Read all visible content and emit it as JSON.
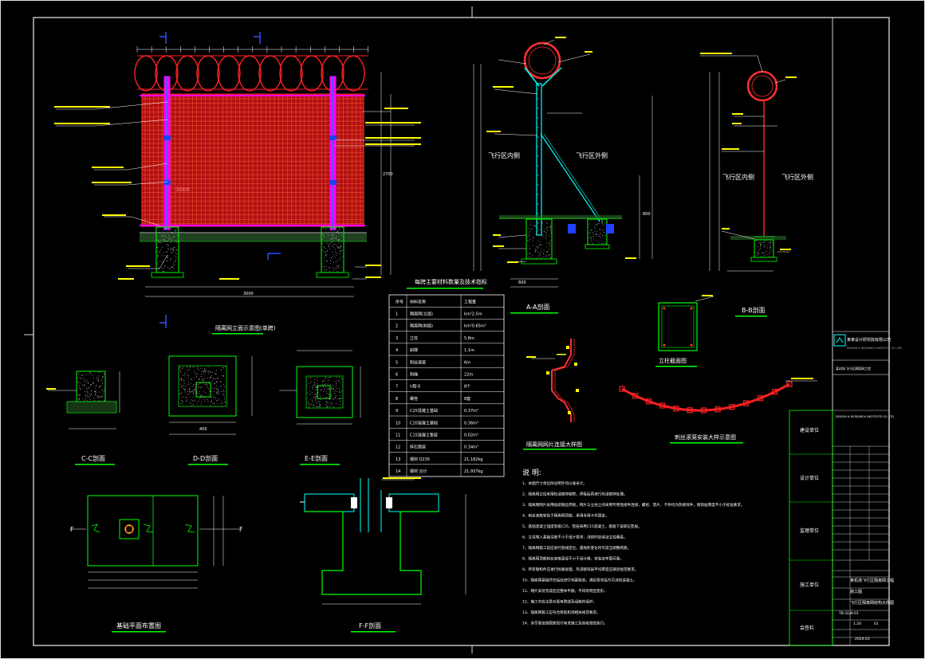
{
  "drawing": {
    "section_labels": {
      "aa": "A-A剖面",
      "bb": "B-B剖面",
      "cc": "C-C剖面",
      "dd": "D-D剖面",
      "ee": "E-E剖面",
      "ff": "F-F剖面",
      "elevation": "隔离网立面示意图(单跨)",
      "post_section": "立柱截面图",
      "wall_mesh": "隔离网网片连接大样图",
      "razor": "刺丝滚笼安装大样示意图",
      "foundation_plan": "基础平面布置图",
      "inner_wall": "飞行区内侧",
      "outer_wall": "飞行区外侧"
    },
    "table": {
      "title": "每跨主要材料数量及技术指标",
      "headers": [
        "序号",
        "材料名称",
        "工程量"
      ],
      "rows": [
        [
          "1",
          "隔离网(立面)",
          "km²2.5m"
        ],
        [
          "2",
          "隔离网(斜面)",
          "km²0.65m²"
        ],
        [
          "3",
          "立柱",
          "5.8m"
        ],
        [
          "4",
          "斜撑",
          "1.1m"
        ],
        [
          "5",
          "刺丝滚笼",
          "6m"
        ],
        [
          "6",
          "刺绳",
          "22m"
        ],
        [
          "7",
          "U型卡",
          "8个"
        ],
        [
          "8",
          "螺栓",
          "8套"
        ],
        [
          "9",
          "C25混凝土基础",
          "0.37m³"
        ],
        [
          "10",
          "C20混凝土基础",
          "0.36m³"
        ],
        [
          "11",
          "C15混凝土垫层",
          "0.02m³"
        ],
        [
          "12",
          "碎石垫层",
          "0.34m³"
        ],
        [
          "13",
          "钢材 Q235",
          "21.182kg"
        ],
        [
          "14",
          "钢材 合计",
          "21.937kg"
        ]
      ]
    },
    "notes_title": "说 明:",
    "notes": [
      "1、本图尺寸单位除注明外均以毫米计。",
      "2、隔离网立柱采用热浸镀锌钢管，焊接后再进行热浸镀锌处理。",
      "3、隔离网网片采用低碳钢丝焊接，网片与立柱之间采用专用连接件连接，螺栓、垫片、卡件均为热镀锌件，镀锌层厚度不小于标准要求。",
      "4、刺丝滚笼安装于隔离网顶部，采用专用卡件固定。",
      "5、基础混凝土强度等级C25，垫层采用C15混凝土，基础下设碎石垫层。",
      "6、立柱埋入基础深度不小于设计要求，浇筑时应保证立柱垂直。",
      "7、隔离网施工前应进行放线定位，遇地形变化时可适当调整跨距。",
      "8、隔离网顶部刺丝滚笼直径不小于设计值，安装应牢固可靠。",
      "9、所有钢构件应进行防腐处理，热浸镀锌层平均厚度应满足规范要求。",
      "10、隔离网基础开挖后应进行地基检验，满足要求后方可浇筑混凝土。",
      "11、网片安装完成后应整体平顺，不得有明显变形。",
      "12、施工中应注意对既有管线及设施的保护。",
      "13、隔离网施工应符合民航机场相关规范要求。",
      "14、未尽事宜按国家现行有关施工及验收规范执行。"
    ],
    "title_block": {
      "company": "某某设计研究院有限公司",
      "company_en": "DESIGN & RESEARCH INSTITUTE CO.,LTD",
      "project": "某机场飞行区隔离网工程",
      "drawing_title": "飞行区隔离网结构大样图",
      "drawing_no": "TB-GLW-01",
      "date": "2024.03",
      "stage": "施工图",
      "scale": "1:20",
      "sheet": "01",
      "side_labels": [
        "建设单位",
        "设计单位",
        "监理单位",
        "施工单位",
        "会签栏"
      ]
    },
    "dims": {
      "span": "3000",
      "height": "2700",
      "post_dim": "400",
      "base_w": "600",
      "depth": "800"
    }
  }
}
